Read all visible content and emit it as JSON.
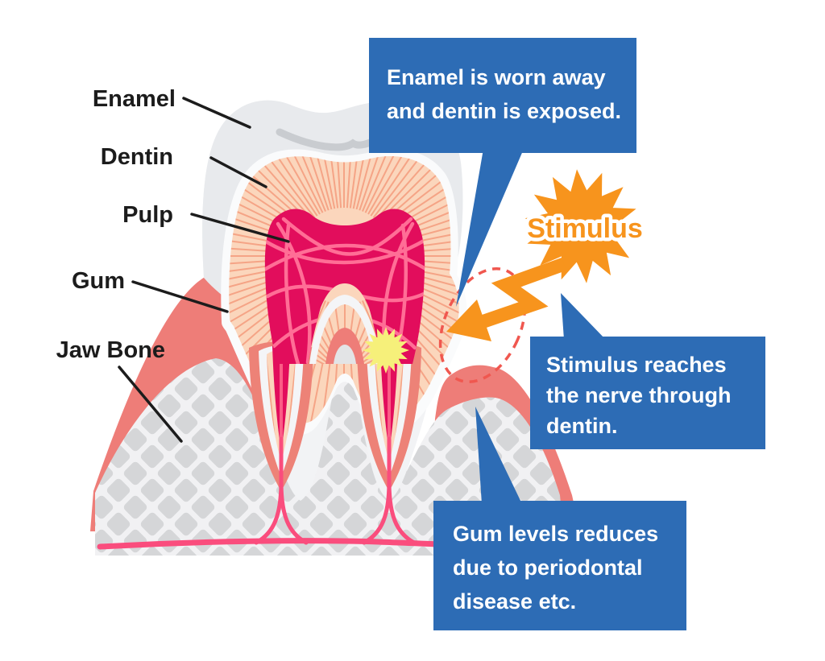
{
  "labels": {
    "enamel": "Enamel",
    "dentin": "Dentin",
    "pulp": "Pulp",
    "gum": "Gum",
    "jaw_bone": "Jaw Bone"
  },
  "stimulus": {
    "label": "Stimulus"
  },
  "callouts": {
    "enamel_worn": {
      "line1": "Enamel is worn away",
      "line2": "and dentin is exposed."
    },
    "stimulus_nerve": {
      "line1": "Stimulus reaches",
      "line2": "the nerve through",
      "line3": "dentin."
    },
    "gum_levels": {
      "line1": "Gum levels reduces",
      "line2": "due to periodontal",
      "line3": "disease etc."
    }
  },
  "colors": {
    "callout_blue": "#2d6cb5",
    "stimulus_orange": "#f7941d",
    "gum_coral": "#ee7d78",
    "ligament_salmon": "#ed8277",
    "pulp_crimson": "#e20d5c",
    "pulp_mesh_pink": "#ff6e96",
    "dentin_peach": "#fbd6bc",
    "dentin_line": "#f5a486",
    "enamel_gray": "#e8eaed",
    "tooth_white": "#f2f3f5",
    "bone_diamond_gray": "#d5d6d8",
    "nerve_pink": "#fa4d7d",
    "pain_yellow": "#f6f07a",
    "alert_dashed_red": "#f0574f",
    "label_black": "#1c1c1c"
  }
}
